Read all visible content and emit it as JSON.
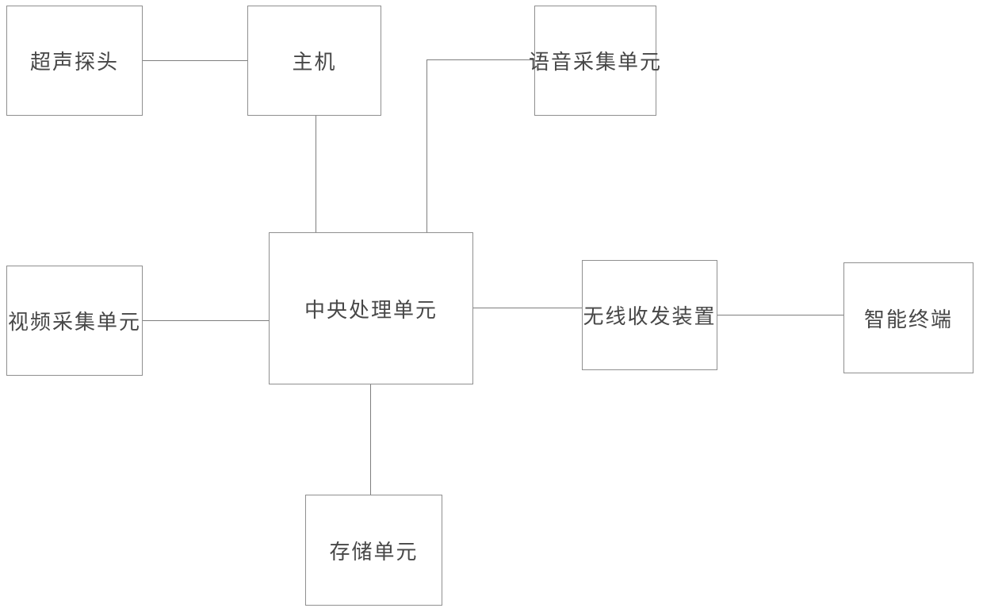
{
  "diagram": {
    "type": "block-diagram",
    "colors": {
      "background": "#ffffff",
      "box_border": "#8f8f8f",
      "connector_line": "#7e7e7e",
      "label_text": "#474747"
    },
    "nodes": [
      {
        "id": "ultrasound-probe",
        "label": "超声探头"
      },
      {
        "id": "host",
        "label": "主机"
      },
      {
        "id": "voice-capture-unit",
        "label": "语音采集单元"
      },
      {
        "id": "video-capture-unit",
        "label": "视频采集单元"
      },
      {
        "id": "cpu",
        "label": "中央处理单元"
      },
      {
        "id": "wireless-transceiver",
        "label": "无线收发装置"
      },
      {
        "id": "smart-terminal",
        "label": "智能终端"
      },
      {
        "id": "storage-unit",
        "label": "存储单元"
      }
    ],
    "edges": [
      {
        "from": "ultrasound-probe",
        "to": "host"
      },
      {
        "from": "host",
        "to": "cpu"
      },
      {
        "from": "voice-capture-unit",
        "to": "cpu"
      },
      {
        "from": "video-capture-unit",
        "to": "cpu"
      },
      {
        "from": "cpu",
        "to": "wireless-transceiver"
      },
      {
        "from": "wireless-transceiver",
        "to": "smart-terminal"
      },
      {
        "from": "cpu",
        "to": "storage-unit"
      }
    ]
  }
}
